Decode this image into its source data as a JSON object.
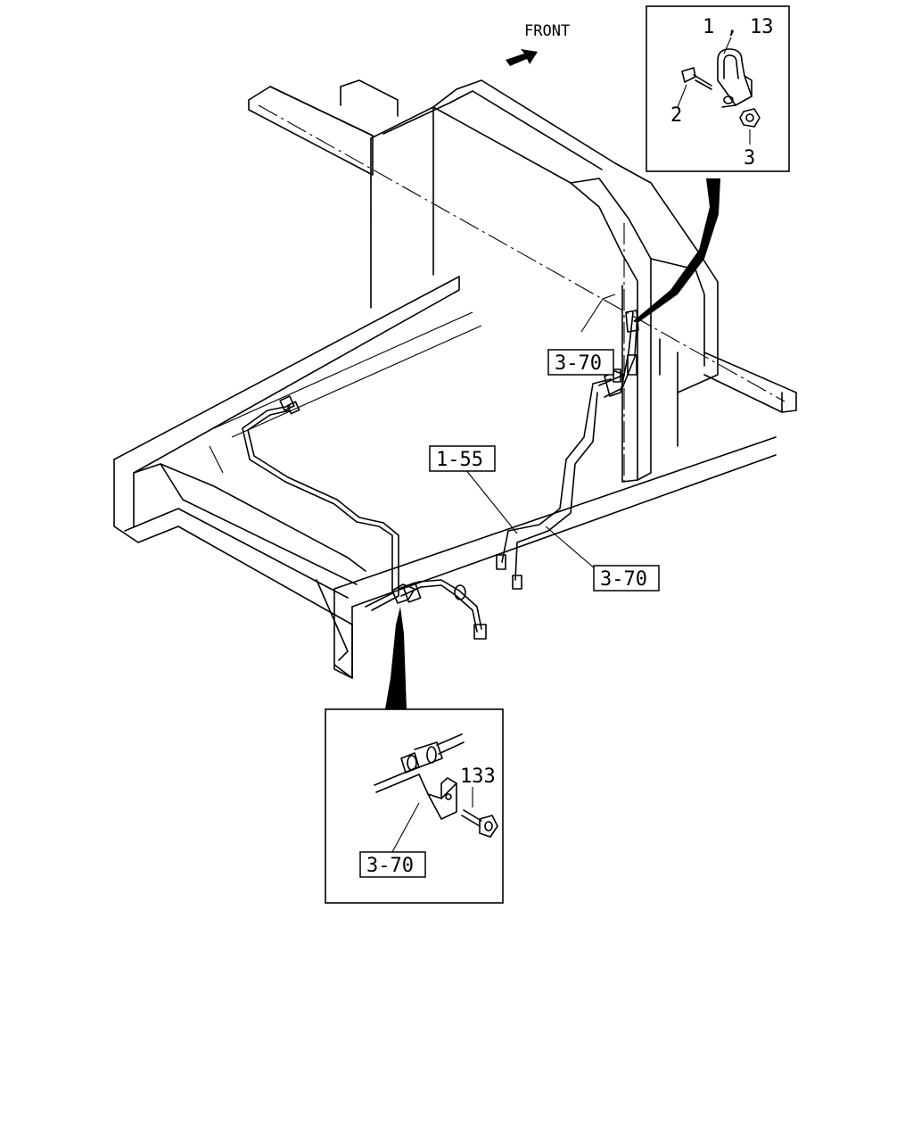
{
  "direction": {
    "label": "FRONT"
  },
  "callouts": {
    "ref_3_70_upper": "3-70",
    "ref_1_55": "1-55",
    "ref_3_70_right": "3-70",
    "ref_3_70_detail": "3-70"
  },
  "detail_top": {
    "labels": {
      "clip": "1 , 13",
      "bolt": "2",
      "nut": "3"
    }
  },
  "detail_bottom": {
    "labels": {
      "bolt": "133"
    }
  }
}
